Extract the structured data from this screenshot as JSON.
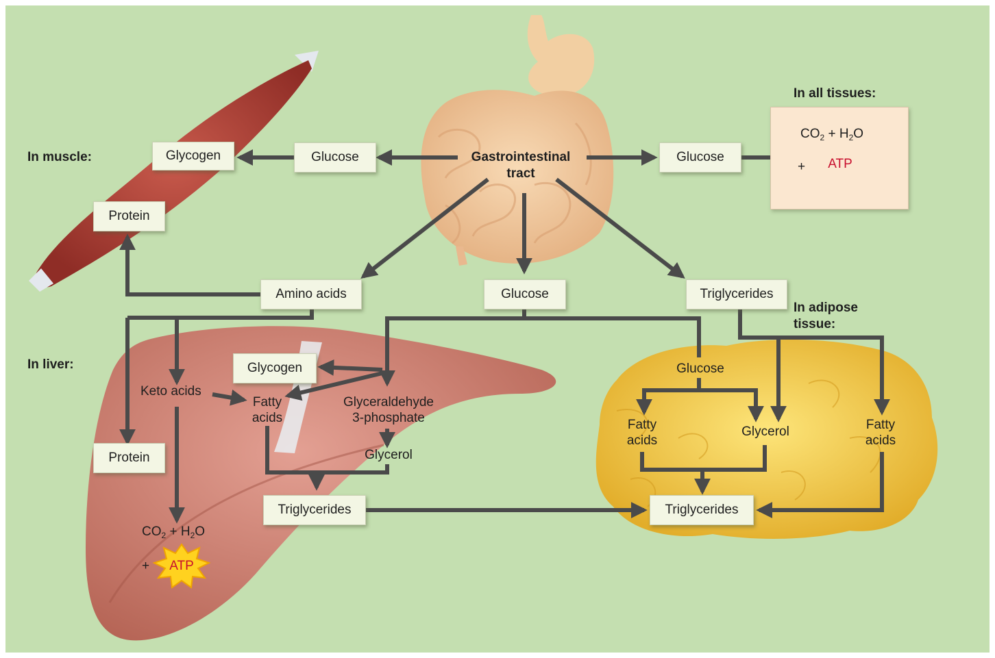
{
  "regions": {
    "muscle": "In muscle:",
    "liver": "In liver:",
    "all_tissues": "In all tissues:",
    "adipose_line1": "In adipose",
    "adipose_line2": "tissue:"
  },
  "gi_tract": {
    "line1": "Gastrointestinal",
    "line2": "tract"
  },
  "boxes": {
    "muscle_glycogen": "Glycogen",
    "muscle_glucose": "Glucose",
    "muscle_protein": "Protein",
    "tissue_glucose": "Glucose",
    "amino_acids": "Amino acids",
    "center_glucose": "Glucose",
    "triglycerides_top": "Triglycerides",
    "liver_glycogen": "Glycogen",
    "liver_protein": "Protein",
    "liver_triglycerides": "Triglycerides",
    "adipose_triglycerides": "Triglycerides"
  },
  "liver_labels": {
    "keto_acids": "Keto acids",
    "fatty_line1": "Fatty",
    "fatty_line2": "acids",
    "gap_line1": "Glyceraldehyde",
    "gap_line2": "3-phosphate",
    "glycerol": "Glycerol"
  },
  "adipose_labels": {
    "glucose": "Glucose",
    "fatty_left_line1": "Fatty",
    "fatty_left_line2": "acids",
    "glycerol": "Glycerol",
    "fatty_right_line1": "Fatty",
    "fatty_right_line2": "acids"
  },
  "products": {
    "co": "CO",
    "sub2": "2",
    "plus_h": " + H",
    "o": "O",
    "plus": "+",
    "atp": "ATP"
  },
  "colors": {
    "background": "#c4dfb0",
    "arrow": "#4a4a4a",
    "box_fill": "#f3f6e4",
    "tissue_panel": "#fbe7d0",
    "atp_star": "#ffd21f",
    "atp_text": "#c8102e",
    "muscle": "#b8443a",
    "liver": "#cc7a6c",
    "adipose": "#f2c842",
    "gi_tract": "#eec49a"
  }
}
